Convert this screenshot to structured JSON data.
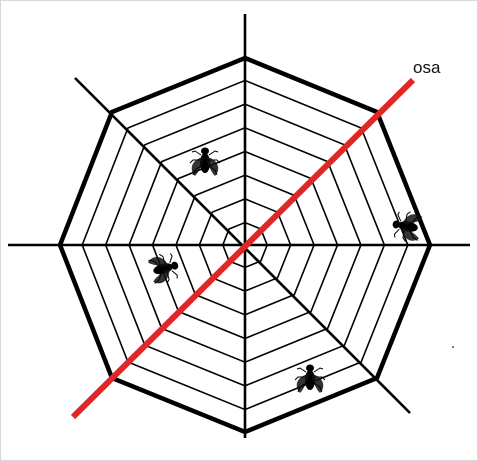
{
  "axis": {
    "label": "osa",
    "color": "#e02626"
  },
  "web": {
    "stroke_color": "#000000",
    "ring_count": 8,
    "spoke_count": 8
  },
  "flies": [
    {
      "name": "fly-upper-left"
    },
    {
      "name": "fly-right"
    },
    {
      "name": "fly-left"
    },
    {
      "name": "fly-lower-right"
    }
  ]
}
